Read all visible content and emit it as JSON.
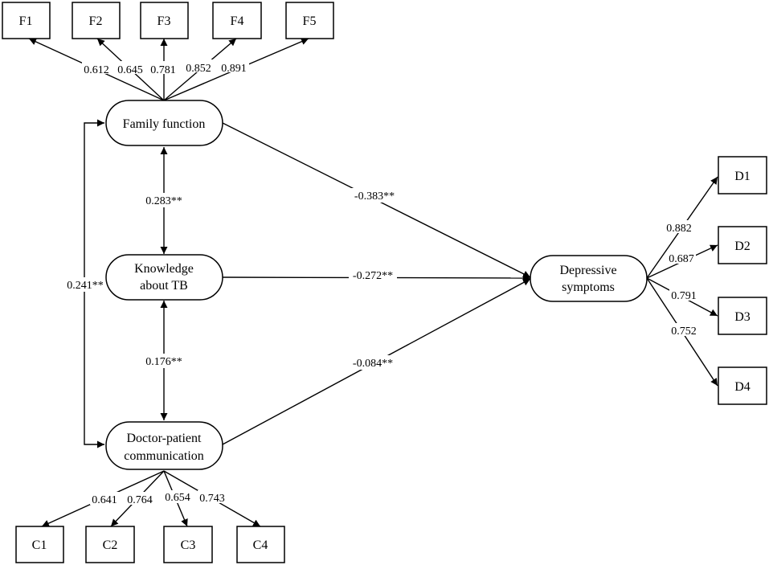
{
  "latent": {
    "family": "Family function",
    "knowledge": [
      "Knowledge",
      "about TB"
    ],
    "doctor": [
      "Doctor-patient",
      "communication"
    ],
    "depressive": [
      "Depressive",
      "symptoms"
    ]
  },
  "indicators": {
    "F": [
      {
        "label": "F1",
        "loading": "0.612"
      },
      {
        "label": "F2",
        "loading": "0.645"
      },
      {
        "label": "F3",
        "loading": "0.781"
      },
      {
        "label": "F4",
        "loading": "0.852"
      },
      {
        "label": "F5",
        "loading": "0.891"
      }
    ],
    "C": [
      {
        "label": "C1",
        "loading": "0.641"
      },
      {
        "label": "C2",
        "loading": "0.764"
      },
      {
        "label": "C3",
        "loading": "0.654"
      },
      {
        "label": "C4",
        "loading": "0.743"
      }
    ],
    "D": [
      {
        "label": "D1",
        "loading": "0.882"
      },
      {
        "label": "D2",
        "loading": "0.687"
      },
      {
        "label": "D3",
        "loading": "0.791"
      },
      {
        "label": "D4",
        "loading": "0.752"
      }
    ]
  },
  "paths": {
    "family_to_depressive": "-0.383**",
    "knowledge_to_depressive": "-0.272**",
    "doctor_to_depressive": "-0.084**"
  },
  "correlations": {
    "family_knowledge": "0.283**",
    "knowledge_doctor": "0.176**",
    "family_doctor": "0.241**"
  }
}
